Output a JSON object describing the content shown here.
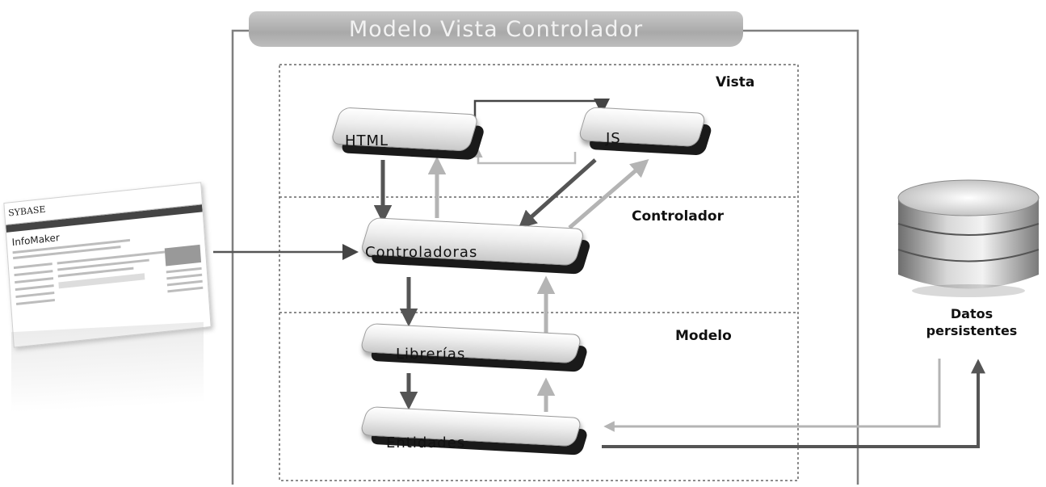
{
  "title": "Modelo Vista Controlador",
  "sections": {
    "vista": "Vista",
    "controlador": "Controlador",
    "modelo": "Modelo"
  },
  "nodes": {
    "html": "HTML",
    "js": "JS",
    "controladoras": "Controladoras",
    "librerias": "Librerías",
    "entidades": "Entidades"
  },
  "database": {
    "label_line1": "Datos",
    "label_line2": "persistentes"
  },
  "browser": {
    "logo": "SYBASE",
    "page_title": "InfoMaker"
  },
  "colors": {
    "dark_arrow": "#555555",
    "light_arrow": "#b4b4b4",
    "frame": "#7f7f7f"
  }
}
